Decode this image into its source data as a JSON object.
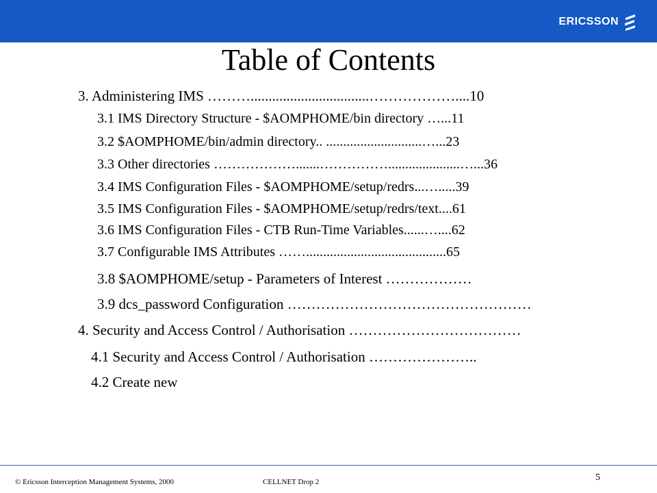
{
  "header": {
    "brand": "ERICSSON",
    "logo_icon": "ericsson-logo-icon",
    "bar_color": "#1459c4"
  },
  "title": "Table of Contents",
  "toc": [
    {
      "text": "3. Administering IMS ……….................................………………....10",
      "level": 1
    },
    {
      "text": "3.1 IMS Directory Structure - $AOMPHOME/bin directory …...11",
      "level": 2
    },
    {
      "text": "3.2 $AOMPHOME/bin/admin directory.. ............................…...23",
      "level": 2
    },
    {
      "text": "3.3 Other directories ……………….......…………….....................…...36",
      "level": 2
    },
    {
      "text": "3.4 IMS Configuration Files - $AOMPHOME/setup/redrs...….....39",
      "level": 2
    },
    {
      "text": "3.5 IMS Configuration Files - $AOMPHOME/setup/redrs/text....61",
      "level": 2
    },
    {
      "text": "3.6 IMS Configuration Files - CTB Run-Time Variables......…....62",
      "level": 2
    },
    {
      "text": "3.7 Configurable IMS Attributes …….........................................65",
      "level": 2
    },
    {
      "text": "3.8 $AOMPHOME/setup - Parameters of Interest ………………",
      "level": 2
    },
    {
      "text": "3.9 dcs_password Configuration ……………………………………………",
      "level": 2
    },
    {
      "text": "4. Security and Access Control / Authorisation ………………………………",
      "level": 1
    },
    {
      "text": "4.1 Security and Access Control / Authorisation …………………..",
      "level": 2
    },
    {
      "text": "4.2 Create new",
      "level": 2
    }
  ],
  "footer": {
    "copyright": "© Ericsson  Interception Management Systems, 2000",
    "project": "CELLNET  Drop  2",
    "page_number": "5"
  }
}
